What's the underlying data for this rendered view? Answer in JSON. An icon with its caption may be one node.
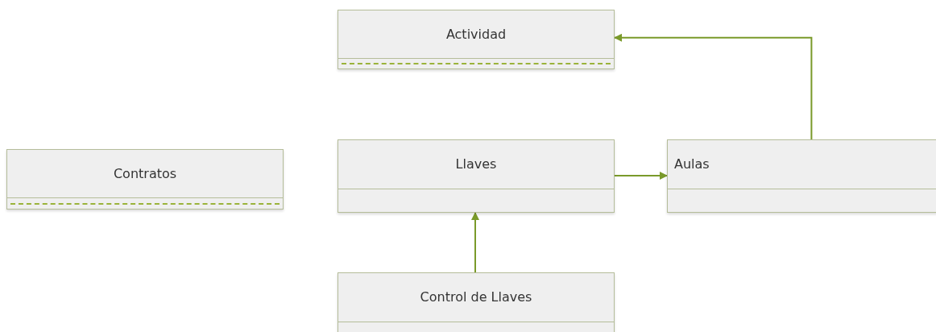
{
  "diagram": {
    "nodes": [
      {
        "text": [
          "Actividad"
        ]
      },
      {
        "text": [
          "Contratos"
        ]
      },
      {
        "text": [
          "Llaves"
        ]
      },
      {
        "text": [
          "Aulas"
        ]
      },
      {
        "text": [
          "Control de Llaves"
        ]
      }
    ],
    "edges": [
      {
        "from": 3,
        "to": 0,
        "arrow": "to"
      },
      {
        "from": 2,
        "to": 3,
        "arrow": "to"
      },
      {
        "from": 4,
        "to": 2,
        "arrow": "to"
      }
    ]
  }
}
